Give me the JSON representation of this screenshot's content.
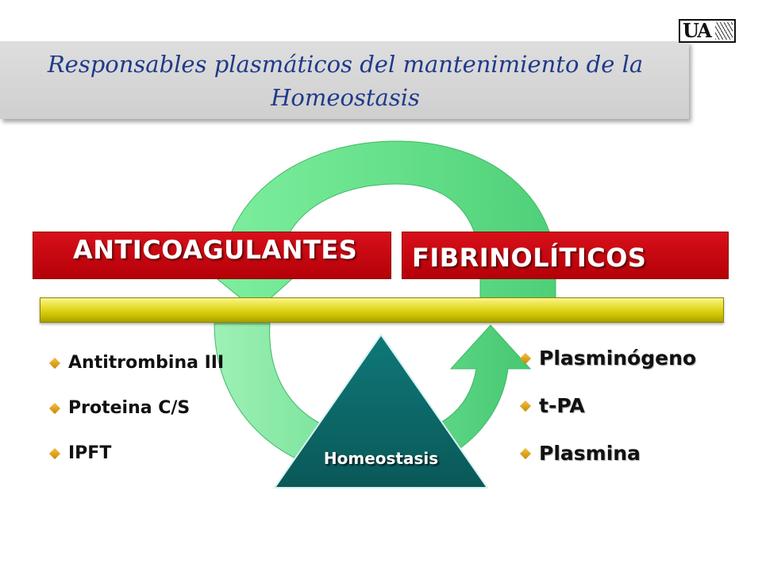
{
  "slide": {
    "title": "Responsables plasmáticos del mantenimiento de la Homeostasis",
    "logo_text": "UA"
  },
  "boxes": {
    "left_label": "ANTICOAGULANTES",
    "right_label": "FIBRINOLÍTICOS",
    "color": "#cc0000"
  },
  "balance_bar": {
    "color": "#dcd40c"
  },
  "cycle_arrows": {
    "color": "#5fd882"
  },
  "triangle": {
    "label": "Homeostasis",
    "color": "#0e6b6b"
  },
  "anticoagulantes": [
    {
      "label": "Antitrombina III"
    },
    {
      "label": "Proteina C/S"
    },
    {
      "label": "IPFT"
    }
  ],
  "fibrinoliticos": [
    {
      "label": "Plasminógeno"
    },
    {
      "label": "t-PA"
    },
    {
      "label": "Plasmina"
    }
  ],
  "bullet_color": "#e0a020"
}
